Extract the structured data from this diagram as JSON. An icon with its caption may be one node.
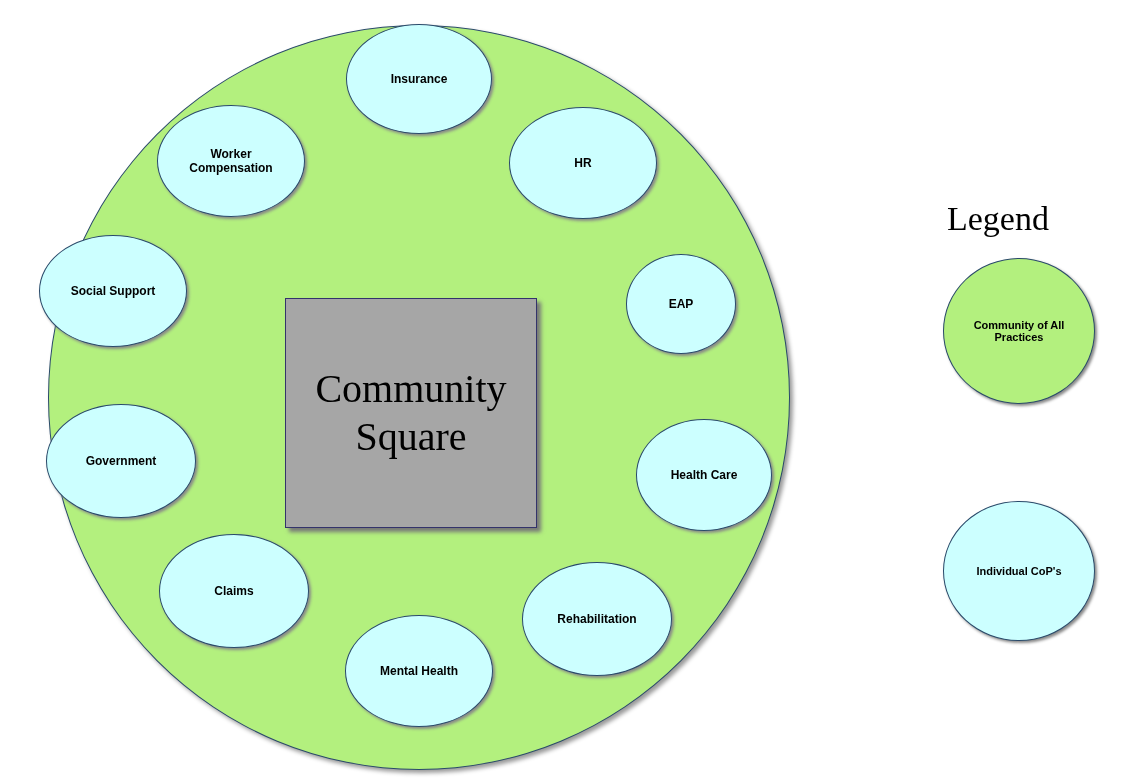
{
  "diagram": {
    "nodes": [
      {
        "text": [],
        "shape": "circle"
      },
      {
        "text": [
          "Insurance"
        ],
        "in": 0
      },
      {
        "text": [
          "Worker Compensation"
        ],
        "in": 0
      },
      {
        "text": [
          "HR"
        ],
        "in": 0
      },
      {
        "text": [
          "Social Support"
        ],
        "in": 0
      },
      {
        "text": [
          "Community Square"
        ],
        "in": 0
      },
      {
        "text": [
          "EAP"
        ],
        "in": 0
      },
      {
        "text": [
          "Government"
        ],
        "in": 0
      },
      {
        "text": [
          "Health Care"
        ],
        "in": 0
      },
      {
        "text": [
          "Claims"
        ],
        "in": 0
      },
      {
        "text": [
          "Rehabilitation"
        ],
        "in": 0
      },
      {
        "text": [
          "Mental Health"
        ],
        "in": 0
      }
    ],
    "labels": [
      "Legend"
    ],
    "legend": [
      {
        "text": "Community of All Practices",
        "color": "#b3f07e"
      },
      {
        "text": "Individual CoP's",
        "color": "#ccffff"
      }
    ]
  }
}
